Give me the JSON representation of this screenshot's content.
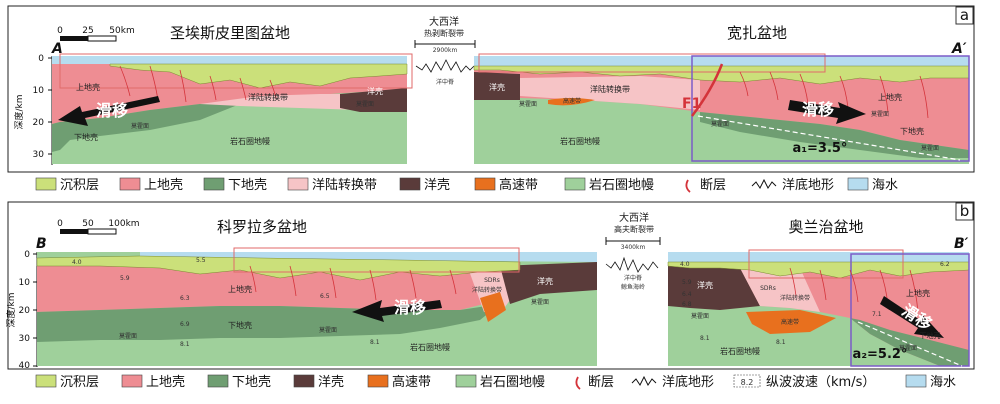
{
  "panel_a": {
    "letter": "a",
    "left_title": "圣埃斯皮里图盆地",
    "right_title": "宽扎盆地",
    "center_title_1": "大西洋",
    "center_title_2": "热剥断裂带",
    "gap_distance": "2900km",
    "gap_label": "洋中脊",
    "section_start": "A",
    "section_end": "A′",
    "scale_labels": [
      "0",
      "25",
      "50km"
    ],
    "y_axis_label": "深度/km",
    "y_ticks": [
      "0",
      "10",
      "20",
      "30"
    ],
    "slide_left": "滑移",
    "slide_right": "滑移",
    "fault_label": "F1",
    "angle_label": "a₁=3.5°",
    "labels": {
      "upper_crust_left": "上地壳",
      "upper_crust_right": "上地壳",
      "lower_crust_left": "下地壳",
      "lower_crust_right": "下地壳",
      "transition_left": "洋陆转换带",
      "transition_right": "洋陆转换带",
      "oceanic_crust_left": "洋壳",
      "oceanic_crust_right": "洋壳",
      "moho_1": "莫霍面",
      "moho_2": "莫霍面",
      "moho_3": "莫霍面",
      "moho_4": "莫霍面",
      "moho_5": "莫霍面",
      "moho_6": "莫霍面",
      "high_velocity": "高速带",
      "mantle_left": "岩石圈地幔",
      "mantle_right": "岩石圈地幔"
    }
  },
  "panel_b": {
    "letter": "b",
    "left_title": "科罗拉多盆地",
    "right_title": "奥兰治盆地",
    "center_title_1": "大西洋",
    "center_title_2": "高夫断裂带",
    "gap_distance": "3400km",
    "gap_label_1": "洋中脊",
    "gap_label_2": "鲸鱼海岭",
    "section_start": "B",
    "section_end": "B′",
    "scale_labels": [
      "0",
      "50",
      "100km"
    ],
    "y_axis_label": "深度/km",
    "y_ticks": [
      "0",
      "10",
      "20",
      "30",
      "40"
    ],
    "slide_left": "滑移",
    "slide_right": "滑移",
    "angle_label": "a₂=5.2°",
    "labels": {
      "upper_crust_left": "上地壳",
      "upper_crust_right": "上地壳",
      "lower_crust_left": "下地壳",
      "lower_crust_right": "下地壳",
      "transition_left": "洋陆转换带",
      "transition_right": "洋陆转换带",
      "sdrs_left": "SDRs",
      "sdrs_right": "SDRs",
      "oceanic_crust_left": "洋壳",
      "oceanic_crust_right": "洋壳",
      "high_velocity": "高速带",
      "moho_1": "莫霍面",
      "moho_2": "莫霍面",
      "moho_3": "莫霍面",
      "moho_4": "莫霍面",
      "moho_5": "莫霍面",
      "mantle_left": "岩石圈地幔",
      "mantle_right": "岩石圈地幔"
    },
    "velocities": [
      "4.0",
      "5.5",
      "5.9",
      "6.3",
      "6.5",
      "6.9",
      "8.1",
      "8.1",
      "4.0",
      "5.9",
      "6.4",
      "6.8",
      "8.1",
      "8.1",
      "6.2",
      "7.1"
    ]
  },
  "legend_a": {
    "items": [
      "沉积层",
      "上地壳",
      "下地壳",
      "洋陆转换带",
      "洋壳",
      "高速带",
      "岩石圈地幔",
      "断层",
      "洋底地形",
      "海水"
    ]
  },
  "legend_b": {
    "items": [
      "沉积层",
      "上地壳",
      "下地壳",
      "洋壳",
      "高速带",
      "岩石圈地幔",
      "断层",
      "洋底地形",
      "纵波波速（km/s）",
      "海水"
    ],
    "velocity_symbol": "8.2"
  },
  "colors": {
    "sediment": "#cbe07a",
    "upper_crust": "#ee8d93",
    "lower_crust": "#6f9e72",
    "transition": "#f6c4c6",
    "oceanic_crust": "#5a3b3a",
    "high_velocity": "#e8701e",
    "mantle": "#9fd09b",
    "seawater": "#b6dcef",
    "fault": "#d4333a",
    "accent_box": "#7b5cc8"
  }
}
